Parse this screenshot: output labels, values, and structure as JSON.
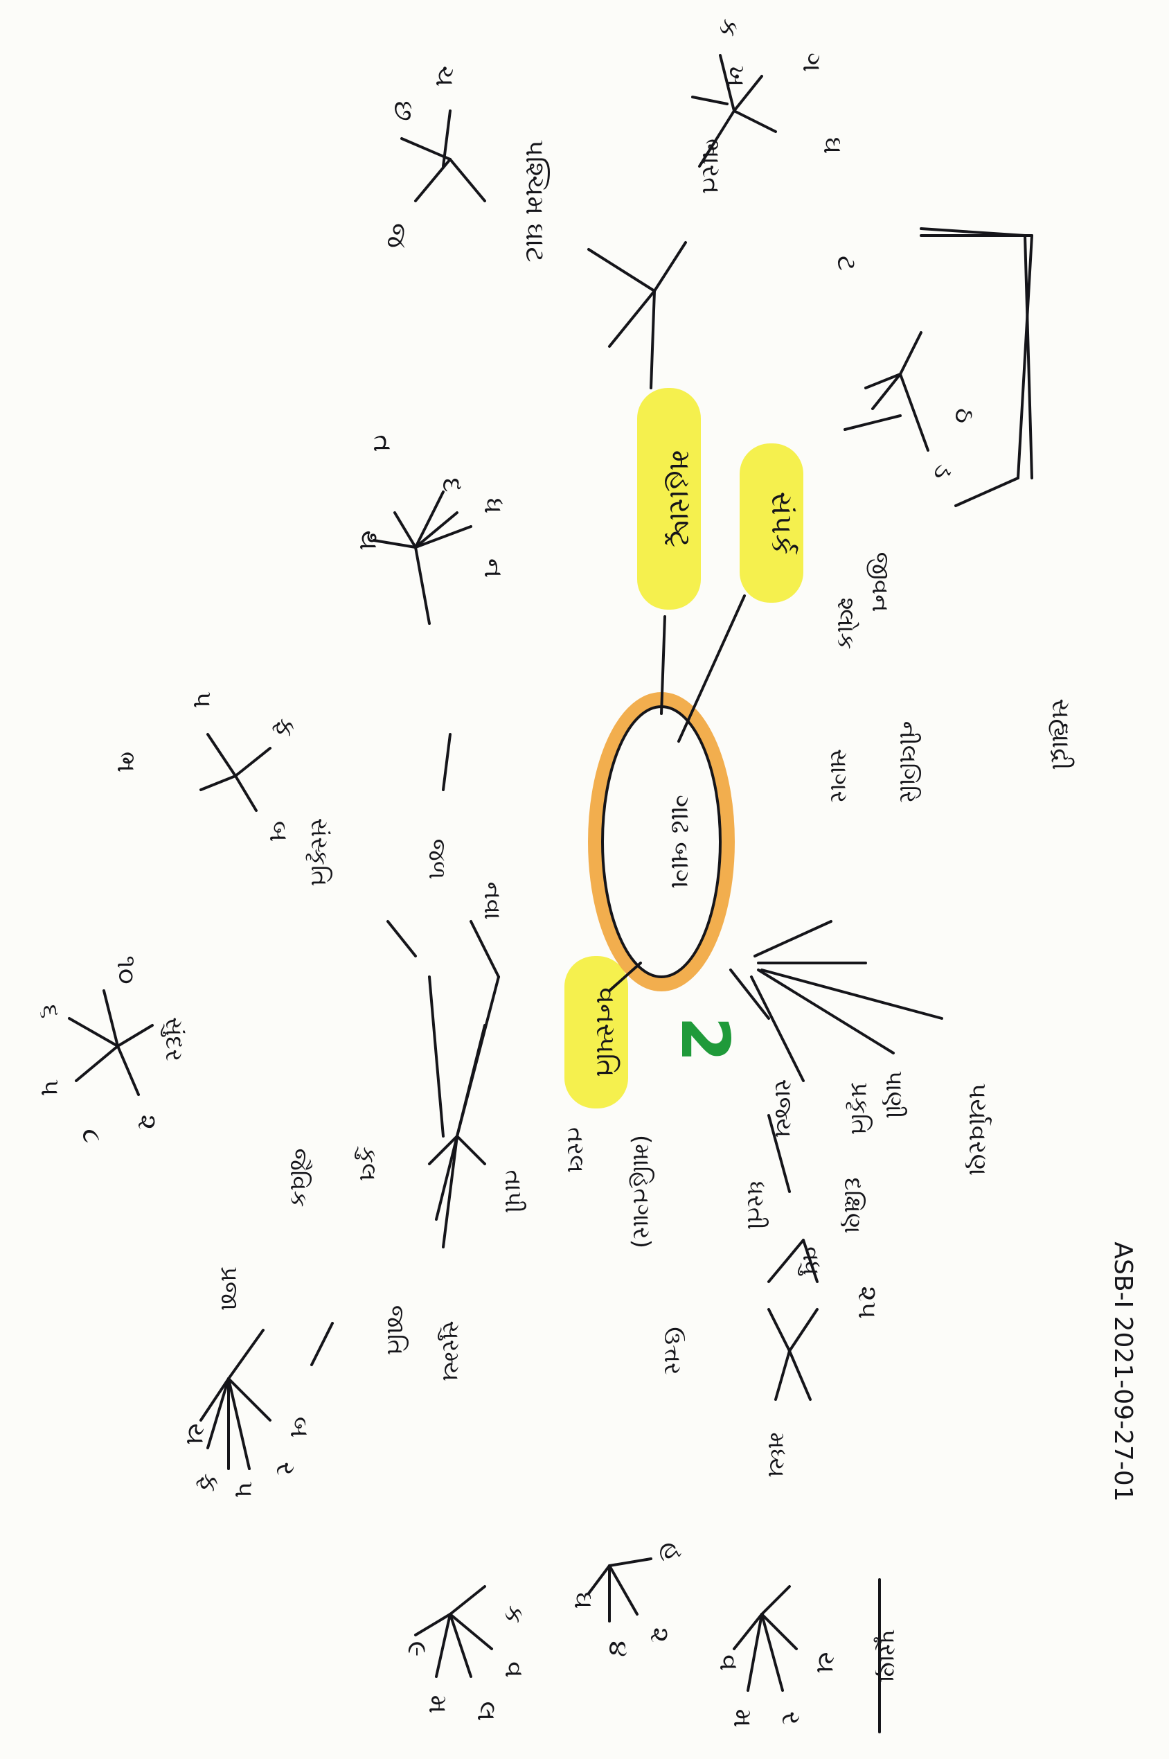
{
  "sheet": {
    "id_stamp": "ASB-I 2021-09-27-01",
    "page_marker": "2"
  },
  "center": {
    "label": "ગાઢ બાગ"
  },
  "branches": {
    "maharashtra": "મહારાષ્ટ્ર",
    "sampark": "સંપર્ક",
    "vanaspati": "વનસ્પતિ",
    "vanaspati_note": "(માહિતગાર)",
    "pashchim": "પશ્ચિમ ઘાટ",
    "bharat": "ભારત",
    "sahyadri": "સહ્યાદ્રી",
    "nilgiri": "નીલગિરિ",
    "sagar": "સાગર",
    "pani": "પાણી",
    "paryavaran": "પર્યાવરણ",
    "prakruti": "પ્રકૃતિ",
    "rajya": "રાજ્ય",
    "vadhu": "વધુ",
    "dharti": "ધરતી",
    "dakshin": "દક્ષિણ",
    "puran": "પૂરાણ",
    "uttar": "ઉત્તર",
    "madhya": "મધ્ય",
    "tapi": "તાપી",
    "suram": "સુરમ્ય",
    "jaati": "જાતિ",
    "kul": "કુલ",
    "jala": "જળ",
    "sanskrit": "સંસ્કૃતિ",
    "nava": "નવા",
    "tarala": "તરલ",
    "sundar": "સુંદર",
    "jaivik": "જૈવિક",
    "praja": "પ્રજા",
    "shloka": "શ્લોક",
    "jeevan": "જીવન"
  },
  "leaves": {
    "d1": "૧",
    "d2": "૨",
    "d3": "૩",
    "d4": "૪",
    "d5": "૫",
    "d6": "૬",
    "d7": "૭",
    "d8": "૮",
    "d9": "૯",
    "d10": "૧૦",
    "l1": "ક",
    "l2": "ખ",
    "l3": "ગ",
    "l4": "ઘ",
    "l5": "ચ",
    "l6": "છ",
    "l7": "જ",
    "l8": "ટ",
    "l9": "ઠ",
    "l10": "ડ",
    "l11": "ત",
    "l12": "થ",
    "l13": "દ",
    "l14": "ધ",
    "l15": "ન",
    "l16": "પ",
    "l17": "ફ",
    "l18": "બ",
    "l19": "ભ",
    "l20": "મ",
    "l21": "ય",
    "l22": "ર",
    "l23": "લ",
    "l24": "વ",
    "l25": "શ",
    "l26": "સ",
    "l27": "હ",
    "l28": "ળ",
    "l29": "ક્ષ",
    "l30": "જ્ઞ",
    "num25": "૨૫"
  },
  "colors": {
    "highlight": "#f4ef3f",
    "orange_ring": "#f0a030",
    "green_marker": "#1f9a3a",
    "ink": "#15151a"
  }
}
